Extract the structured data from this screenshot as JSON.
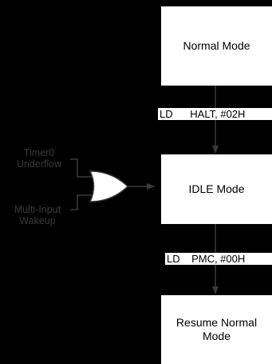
{
  "boxes": {
    "normal": "Normal Mode",
    "idle": "IDLE Mode",
    "resume_line1": "Resume Normal",
    "resume_line2": "Mode"
  },
  "transitions": {
    "halt": "LD      HALT, #02H",
    "pmc": "LD    PMC, #00H"
  },
  "inputs": {
    "timer_line1": "Timer0",
    "timer_line2": "Underflow",
    "multi_line1": "Multi-Input",
    "multi_line2": "Wakeup"
  },
  "colors": {
    "background": "#000000",
    "box_fill": "#ffffff",
    "wire": "#3a3a3a"
  }
}
